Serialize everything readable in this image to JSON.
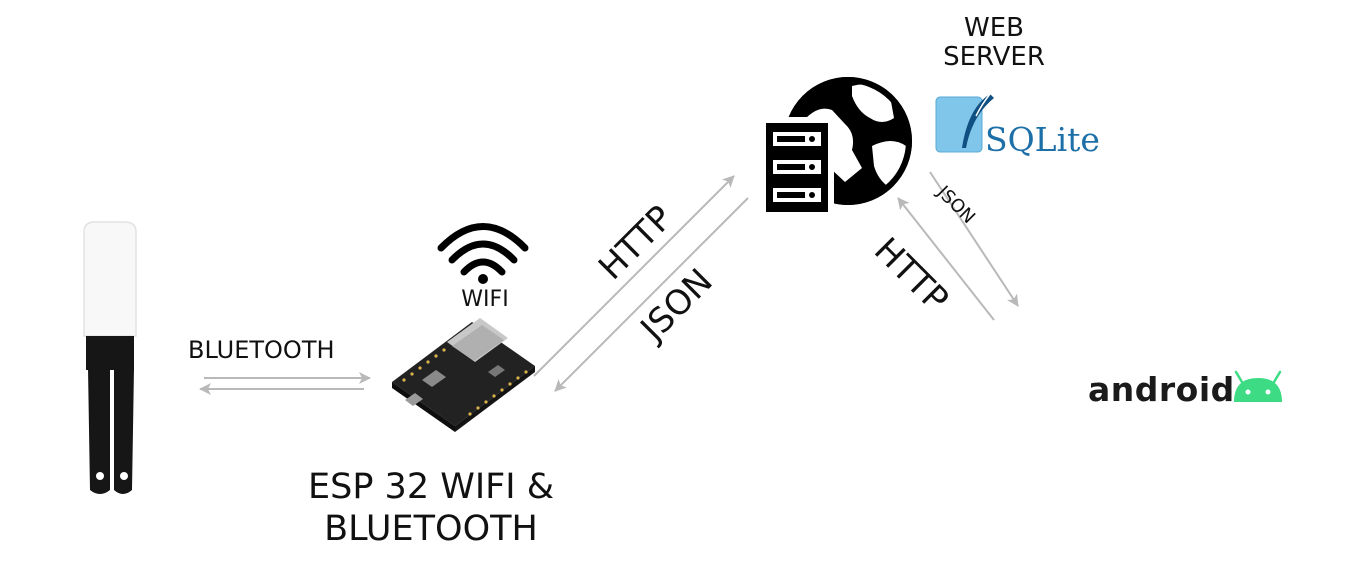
{
  "labels": {
    "web_server": "WEB\nSERVER",
    "bluetooth": "BLUETOOTH",
    "wifi": "WIFI",
    "esp32": "ESP 32 WIFI &\nBLUETOOTH",
    "http_esp_to_server": "HTTP",
    "json_server_to_esp": "JSON",
    "http_android_to_server": "HTTP",
    "json_server_to_android": "JSON"
  },
  "logos": {
    "sqlite": "SQLite",
    "android": "android"
  },
  "icons": {
    "sensor": "soil-moisture-sensor-icon",
    "wifi": "wifi-signal-icon",
    "board": "esp32-board-icon",
    "server": "server-rack-icon",
    "globe": "globe-icon",
    "sqlite_feather": "sqlite-feather-icon",
    "android_robot": "android-robot-icon"
  },
  "colors": {
    "arrow": "#b9b9b9",
    "android_green": "#3ddc84",
    "sqlite_blue": "#1d6fa8"
  }
}
